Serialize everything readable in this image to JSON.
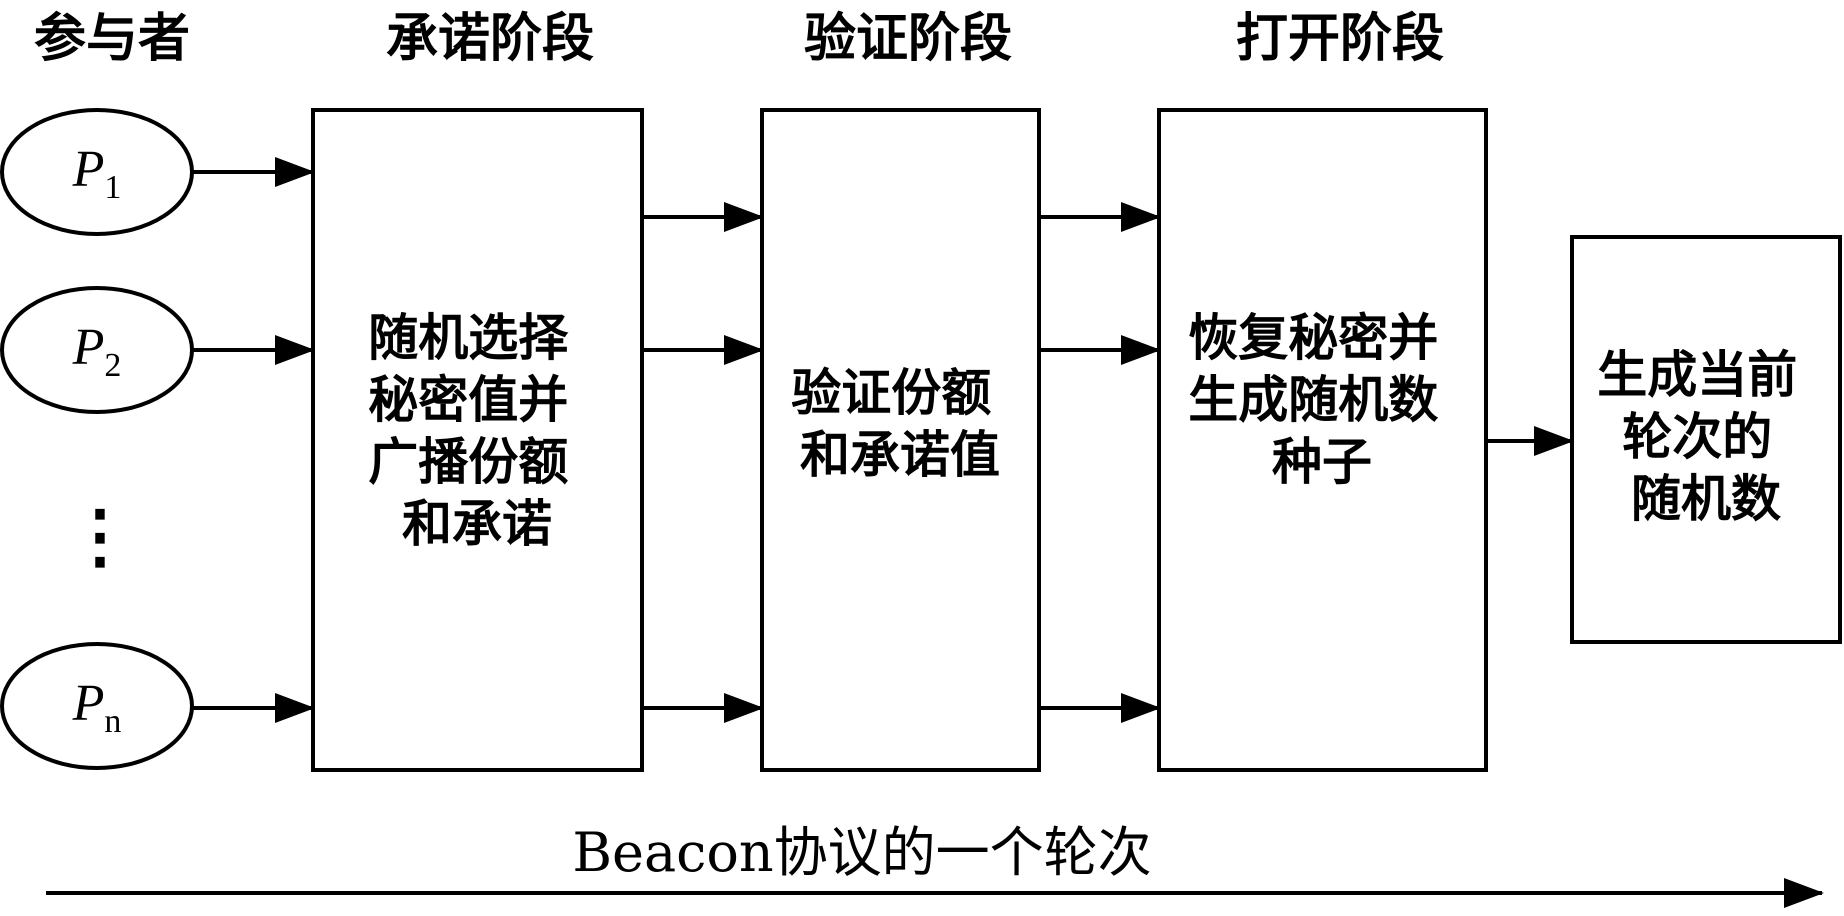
{
  "headers": {
    "participants": "参与者",
    "commit": "承诺阶段",
    "verify": "验证阶段",
    "open": "打开阶段"
  },
  "participants": [
    {
      "base": "P",
      "sub": "1"
    },
    {
      "base": "P",
      "sub": "2"
    },
    {
      "base": "P",
      "sub": "n"
    }
  ],
  "ellipsis": "⋮",
  "boxes": {
    "commit": [
      "随机选择",
      "秘密值并",
      "广播份额",
      "和承诺"
    ],
    "verify": [
      "验证份额",
      "和承诺值"
    ],
    "open": [
      "恢复秘密并",
      "生成随机数",
      "种子"
    ],
    "output": [
      "生成当前",
      "轮次的",
      "随机数"
    ]
  },
  "timeline": "Beacon协议的一个轮次"
}
